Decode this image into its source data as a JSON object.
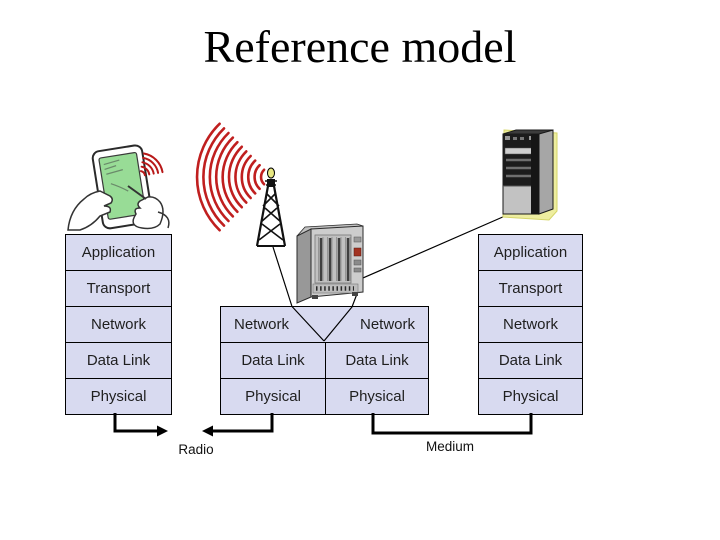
{
  "title": "Reference model",
  "stacks": {
    "left": {
      "layers": [
        "Application",
        "Transport",
        "Network",
        "Data Link",
        "Physical"
      ]
    },
    "middle": {
      "network_row": [
        "Network",
        "Network"
      ],
      "left_column": [
        "Data Link",
        "Physical"
      ],
      "right_column": [
        "Data Link",
        "Physical"
      ]
    },
    "right": {
      "layers": [
        "Application",
        "Transport",
        "Network",
        "Data Link",
        "Physical"
      ]
    }
  },
  "connectors": {
    "radio_label": "Radio",
    "medium_label": "Medium"
  },
  "icons": [
    "pda-icon",
    "radio-waves-icon",
    "antenna-tower-icon",
    "network-switch-icon",
    "server-icon"
  ],
  "colors": {
    "layer_fill": "#d8daf0",
    "layer_border": "#000000",
    "wave_red": "#c01f1f",
    "background": "#ffffff"
  }
}
